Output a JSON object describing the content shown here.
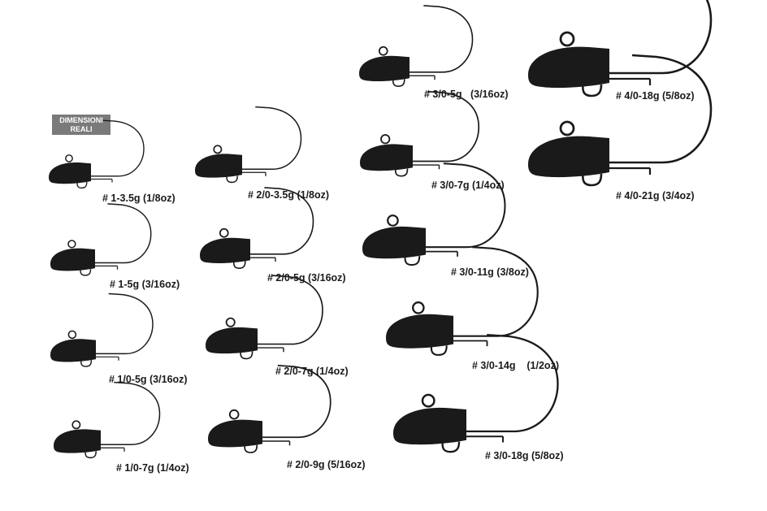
{
  "badge": {
    "line1": "DIMENSIONI",
    "line2": "REALI"
  },
  "jigs": [
    {
      "label": "# 3/0-5g   (3/16oz)"
    },
    {
      "label": "# 4/0-18g (5/8oz)"
    },
    {
      "label": "# 1-3.5g (1/8oz)"
    },
    {
      "label": "# 2/0-3.5g (1/8oz)"
    },
    {
      "label": "# 3/0-7g (1/4oz)"
    },
    {
      "label": "# 4/0-21g (3/4oz)"
    },
    {
      "label": "# 1-5g (3/16oz)"
    },
    {
      "label": "# 2/0-5g (3/16oz)"
    },
    {
      "label": "# 3/0-11g (3/8oz)"
    },
    {
      "label": "# 1/0-5g (3/16oz)"
    },
    {
      "label": "# 2/0-7g (1/4oz)"
    },
    {
      "label": "# 3/0-14g    (1/2oz)"
    },
    {
      "label": "# 1/0-7g (1/4oz)"
    },
    {
      "label": "# 2/0-9g (5/16oz)"
    },
    {
      "label": "# 3/0-18g (5/8oz)"
    }
  ]
}
